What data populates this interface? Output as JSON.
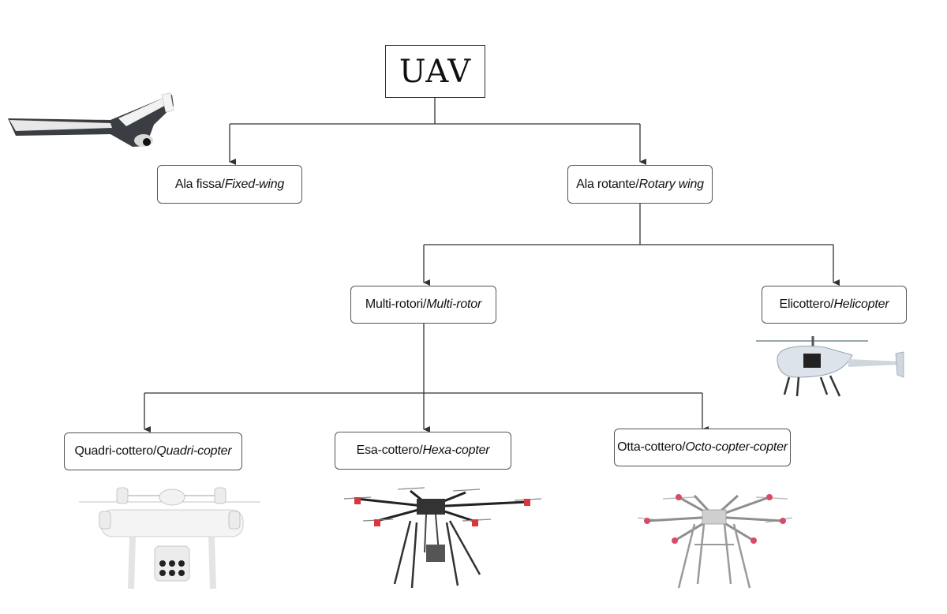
{
  "diagram": {
    "root": {
      "label": "UAV"
    },
    "fixed_wing": {
      "it": "Ala fissa/",
      "en": "Fixed-wing"
    },
    "rotary_wing": {
      "it": "Ala rotante/",
      "en": "Rotary wing"
    },
    "multi_rotor": {
      "it": "Multi-rotori/",
      "en": "Multi-rotor"
    },
    "helicopter": {
      "it": "Elicottero/",
      "en": "Helicopter"
    },
    "quadcopter": {
      "it": "Quadri-cottero/",
      "en": "Quadri-copter"
    },
    "hexacopter": {
      "it": "Esa-cottero/",
      "en": "Hexa-copter"
    },
    "octocopter": {
      "it": "Otta-cottero/",
      "en": "Octo-copter-copter"
    }
  },
  "colors": {
    "line": "#333333",
    "box_border": "#555555",
    "background": "#ffffff"
  },
  "illustrations": [
    "fixed-wing-drone-image",
    "helicopter-drone-image",
    "quadcopter-drone-image",
    "hexacopter-drone-image",
    "octocopter-drone-image"
  ]
}
